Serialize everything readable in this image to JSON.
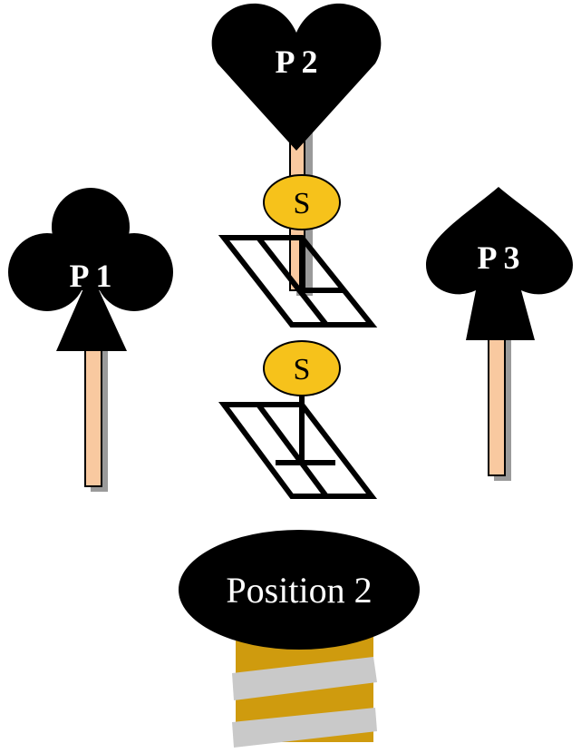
{
  "labels": {
    "p1": "P 1",
    "p2": "P 2",
    "p3": "P 3",
    "switch_top": "S",
    "switch_bottom": "S",
    "position": "Position 2"
  },
  "colors": {
    "symbol": "#000000",
    "pole_fill": "#f9c9a0",
    "pole_shadow": "#9a9a9a",
    "switch_fill": "#f6c21b",
    "base_gold": "#cf9b0e",
    "base_band": "#c9c9c9",
    "text_light": "#ffffff"
  },
  "icons": {
    "p1": "club-icon",
    "p2": "heart-icon",
    "p3": "spade-icon"
  }
}
